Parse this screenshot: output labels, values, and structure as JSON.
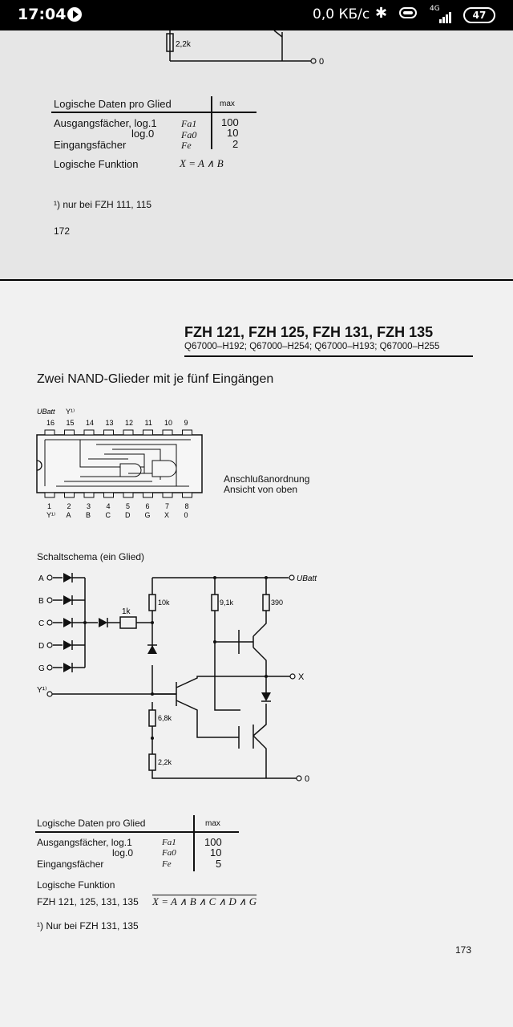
{
  "status_bar": {
    "time": "17:04",
    "speed": "0,0 КБ/с",
    "network": "4G",
    "battery": "47"
  },
  "page_172": {
    "resistor_label": "2,2k",
    "zero_label": "0",
    "table": {
      "title": "Logische Daten pro Glied",
      "max_header": "max",
      "rows": [
        {
          "label": "Ausgangsfächer, log.1",
          "symbol": "Fa1",
          "value": "100"
        },
        {
          "label": "log.0",
          "symbol": "Fa0",
          "value": "10"
        },
        {
          "label": "Eingangsfächer",
          "symbol": "Fe",
          "value": "2"
        }
      ],
      "function_label": "Logische Funktion",
      "function_value": "X = A ∧ B"
    },
    "footnote": "¹)  nur bei FZH 111, 115",
    "page_number": "172"
  },
  "page_173": {
    "heading": "FZH 121, FZH 125, FZH 131, FZH 135",
    "order_codes": "Q67000–H192; Q67000–H254; Q67000–H193; Q67000–H255",
    "subtitle": "Zwei NAND-Glieder mit je fünf Eingängen",
    "pinout": {
      "top_labels": [
        "UBatt",
        "Y¹⁾"
      ],
      "top_pins": [
        "16",
        "15",
        "14",
        "13",
        "12",
        "11",
        "10",
        "9"
      ],
      "bottom_pins": [
        "1",
        "2",
        "3",
        "4",
        "5",
        "6",
        "7",
        "8"
      ],
      "bottom_names": [
        "Y¹⁾",
        "A",
        "B",
        "C",
        "D",
        "G",
        "X",
        "0"
      ],
      "caption_line1": "Anschlußanordnung",
      "caption_line2": "Ansicht von oben"
    },
    "schematic": {
      "title": "Schaltschema (ein Glied)",
      "inputs": [
        "A",
        "B",
        "C",
        "D",
        "G"
      ],
      "y_input": "Y¹⁾",
      "supply": "UBatt",
      "output": "X",
      "ground": "0",
      "resistors": [
        "1k",
        "10k",
        "9,1k",
        "390",
        "6,8k",
        "2,2k"
      ]
    },
    "table": {
      "title": "Logische Daten pro Glied",
      "max_header": "max",
      "rows": [
        {
          "label": "Ausgangsfächer, log.1",
          "symbol": "Fa1",
          "value": "100"
        },
        {
          "label": "log.0",
          "symbol": "Fa0",
          "value": "10"
        },
        {
          "label": "Eingangsfächer",
          "symbol": "Fe",
          "value": "5"
        }
      ],
      "function_label": "Logische Funktion",
      "function_devices": "FZH 121, 125, 131, 135",
      "function_value": "X = A ∧ B ∧ C ∧ D ∧ G"
    },
    "footnote": "¹)  Nur bei FZH 131, 135",
    "page_number": "173"
  }
}
